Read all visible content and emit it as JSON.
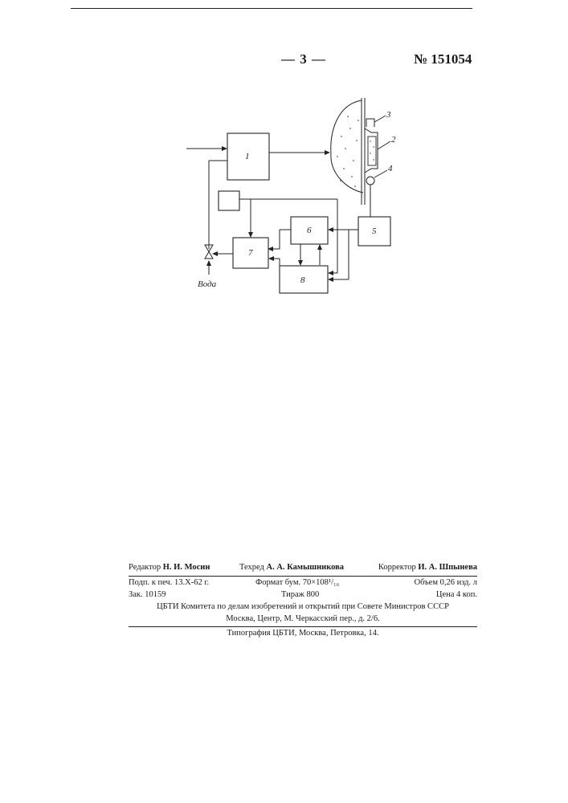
{
  "header": {
    "page_number": "— 3 —",
    "patent_number": "№ 151054"
  },
  "diagram": {
    "block_labels": [
      "1",
      "5",
      "6",
      "7",
      "8"
    ],
    "part_labels": [
      "3",
      "2",
      "4"
    ],
    "water_label": "Вода"
  },
  "imprint": {
    "editor_role": "Редактор",
    "editor_name": "Н. И. Мосин",
    "techeditor_role": "Техред",
    "techeditor_name": "А. А. Камышникова",
    "corrector_role": "Корректор",
    "corrector_name": "И. А. Шпынева",
    "signed": "Подп. к печ. 13.X-62 г.",
    "format": "Формат бум. 70×108¹/₁₆",
    "volume": "Объем 0,26 изд. л",
    "order": "Зак. 10159",
    "run": "Тираж 800",
    "price": "Цена 4 коп.",
    "publisher": "ЦБТИ Комитета по делам изобретений и открытий при Совете Министров СССР",
    "address": "Москва, Центр, М. Черкасский пер., д. 2/6.",
    "printer": "Типография ЦБТИ, Москва, Петровка, 14."
  }
}
